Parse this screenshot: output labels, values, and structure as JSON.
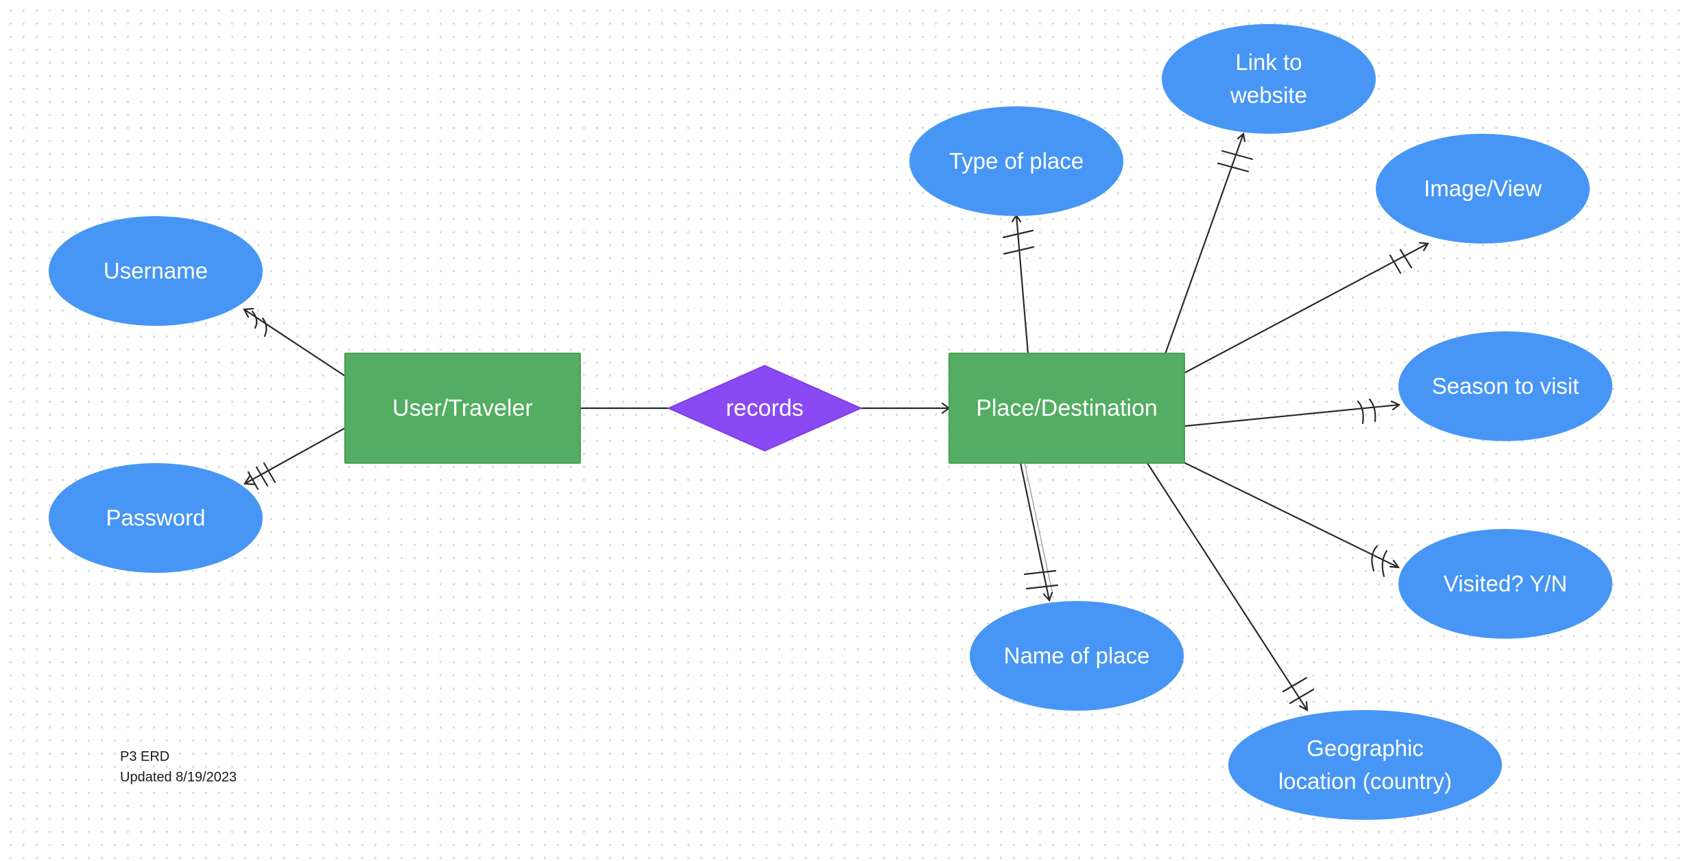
{
  "entities": {
    "user": "User/Traveler",
    "place": "Place/Destination"
  },
  "relationship": {
    "label": "records",
    "color": "#8a4af3"
  },
  "attributes": {
    "username": "Username",
    "password": "Password",
    "type_of_place": "Type of place",
    "link_to_website": [
      "Link to",
      "website"
    ],
    "image_view": "Image/View",
    "season_to_visit": "Season to visit",
    "visited": "Visited? Y/N",
    "name_of_place": "Name of place",
    "geographic_location": [
      "Geographic",
      "location (country)"
    ]
  },
  "note": {
    "line1": "P3 ERD",
    "line2": "Updated 8/19/2023"
  },
  "colors": {
    "attribute": "#4796f5",
    "entity": "#53ad62",
    "relationship": "#8a4af3",
    "text": "#ffffff"
  }
}
